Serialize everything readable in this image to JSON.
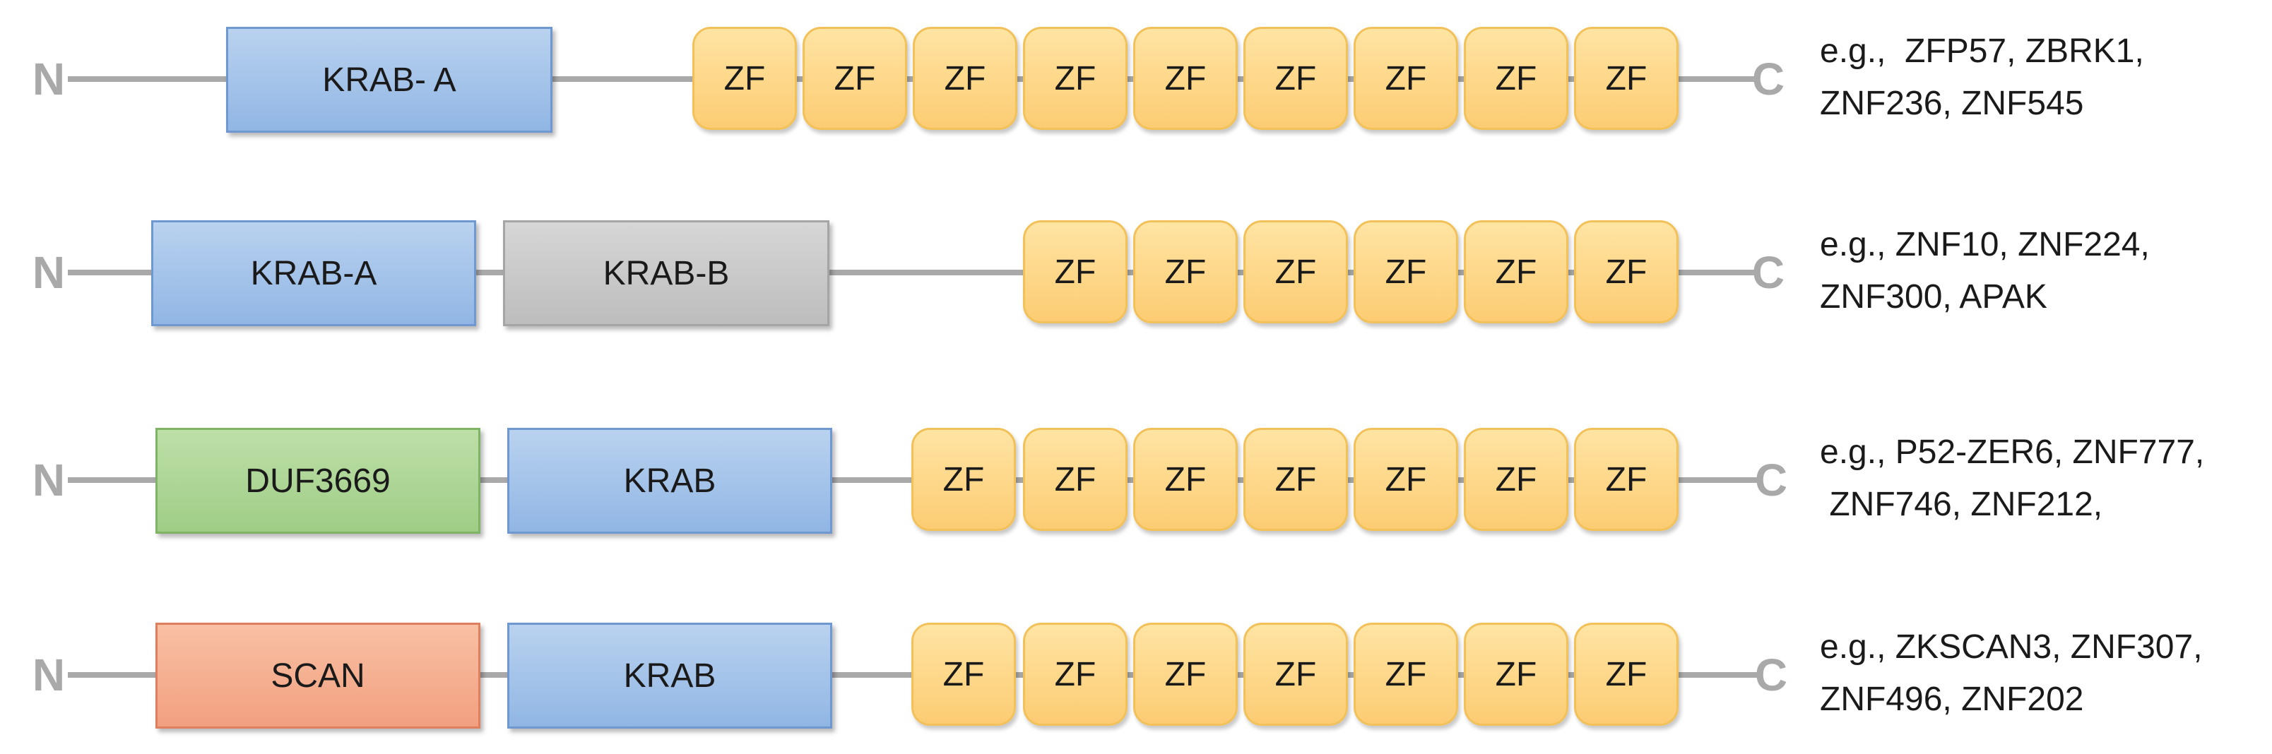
{
  "terminals": {
    "n": "N",
    "c": "C"
  },
  "zf_label": "ZF",
  "colors": {
    "krab": "#91b6e4",
    "krab_b": "#bdbdbd",
    "duf3669": "#9fcd86",
    "scan": "#f2a07f",
    "zinc_finger": "#fccc73",
    "linker": "#a9a9a9"
  },
  "rows": [
    {
      "domains": [
        {
          "label": "KRAB- A",
          "kind": "krab"
        }
      ],
      "zf_count": 9,
      "examples": [
        "e.g.,  ZFP57, ZBRK1,",
        "ZNF236, ZNF545"
      ]
    },
    {
      "domains": [
        {
          "label": "KRAB-A",
          "kind": "krab"
        },
        {
          "label": "KRAB-B",
          "kind": "krabb"
        }
      ],
      "zf_count": 6,
      "examples": [
        "e.g., ZNF10, ZNF224,",
        "ZNF300, APAK"
      ]
    },
    {
      "domains": [
        {
          "label": "DUF3669",
          "kind": "duf"
        },
        {
          "label": "KRAB",
          "kind": "krab"
        }
      ],
      "zf_count": 7,
      "examples": [
        "e.g., P52-ZER6, ZNF777,",
        " ZNF746, ZNF212,"
      ]
    },
    {
      "domains": [
        {
          "label": "SCAN",
          "kind": "scan"
        },
        {
          "label": "KRAB",
          "kind": "krab"
        }
      ],
      "zf_count": 7,
      "examples": [
        "e.g., ZKSCAN3, ZNF307,",
        "ZNF496, ZNF202"
      ]
    }
  ]
}
